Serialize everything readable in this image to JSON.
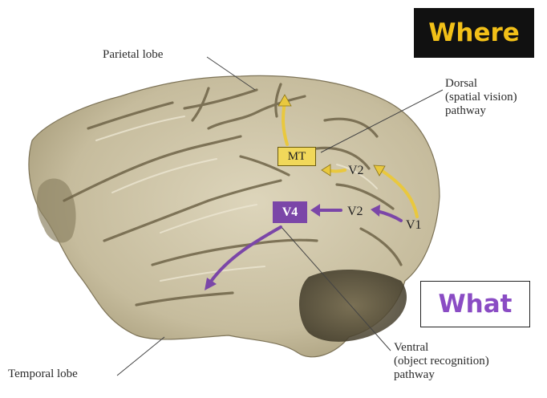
{
  "labels": {
    "parietal": "Parietal lobe",
    "temporal": "Temporal lobe",
    "dorsal": [
      "Dorsal",
      "(spatial vision)",
      "pathway"
    ],
    "ventral": [
      "Ventral",
      "(object recognition)",
      "pathway"
    ]
  },
  "areas": {
    "mt": "MT",
    "v4": "V4",
    "v2_upper": "V2",
    "v2_lower": "V2",
    "v1": "V1"
  },
  "callouts": {
    "where": "Where",
    "what": "What"
  },
  "colors": {
    "dorsal_accent": "#f2c018",
    "ventral_accent": "#8a4cc4",
    "mt_fill": "#f1d85a",
    "v4_fill": "#7b46a8",
    "brain_surface": "#c9bfa2"
  }
}
